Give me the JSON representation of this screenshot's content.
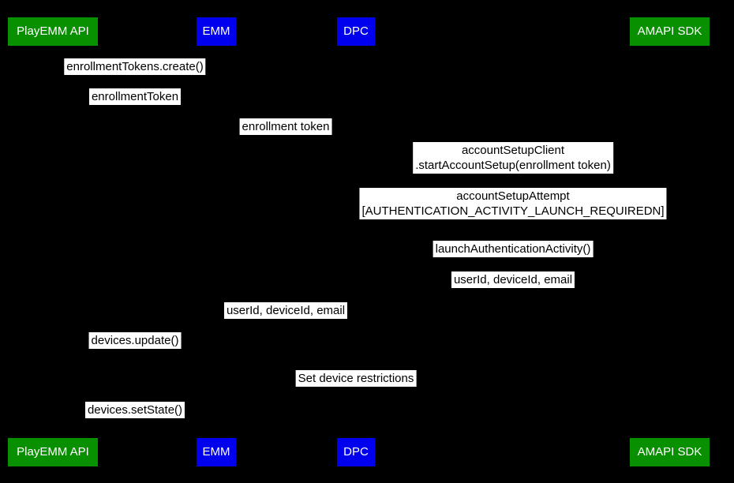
{
  "diagram": {
    "type": "sequence-diagram",
    "background": "#000000"
  },
  "colors": {
    "actor_green": "#089000",
    "actor_blue": "#0000ee",
    "label_background": "#ffffff",
    "label_text": "#000000",
    "actor_text": "#ffffff"
  },
  "actors": [
    {
      "id": "playemm-api",
      "label": "PlayEMM API",
      "color": "green"
    },
    {
      "id": "emm",
      "label": "EMM",
      "color": "blue"
    },
    {
      "id": "dpc",
      "label": "DPC",
      "color": "blue"
    },
    {
      "id": "amapi-sdk",
      "label": "AMAPI SDK",
      "color": "green"
    }
  ],
  "messages": [
    {
      "text": "enrollmentTokens.create()"
    },
    {
      "text": "enrollmentToken"
    },
    {
      "text": "enrollment token"
    },
    {
      "text": "accountSetupClient\n.startAccountSetup(enrollment token)"
    },
    {
      "text": "accountSetupAttempt\n[AUTHENTICATION_ACTIVITY_LAUNCH_REQUIREDN]"
    },
    {
      "text": "launchAuthenticationActivity()"
    },
    {
      "text": "userId, deviceId, email"
    },
    {
      "text": "userId, deviceId, email"
    },
    {
      "text": "devices.update()"
    },
    {
      "text": "Set device restrictions"
    },
    {
      "text": "devices.setState()"
    }
  ]
}
